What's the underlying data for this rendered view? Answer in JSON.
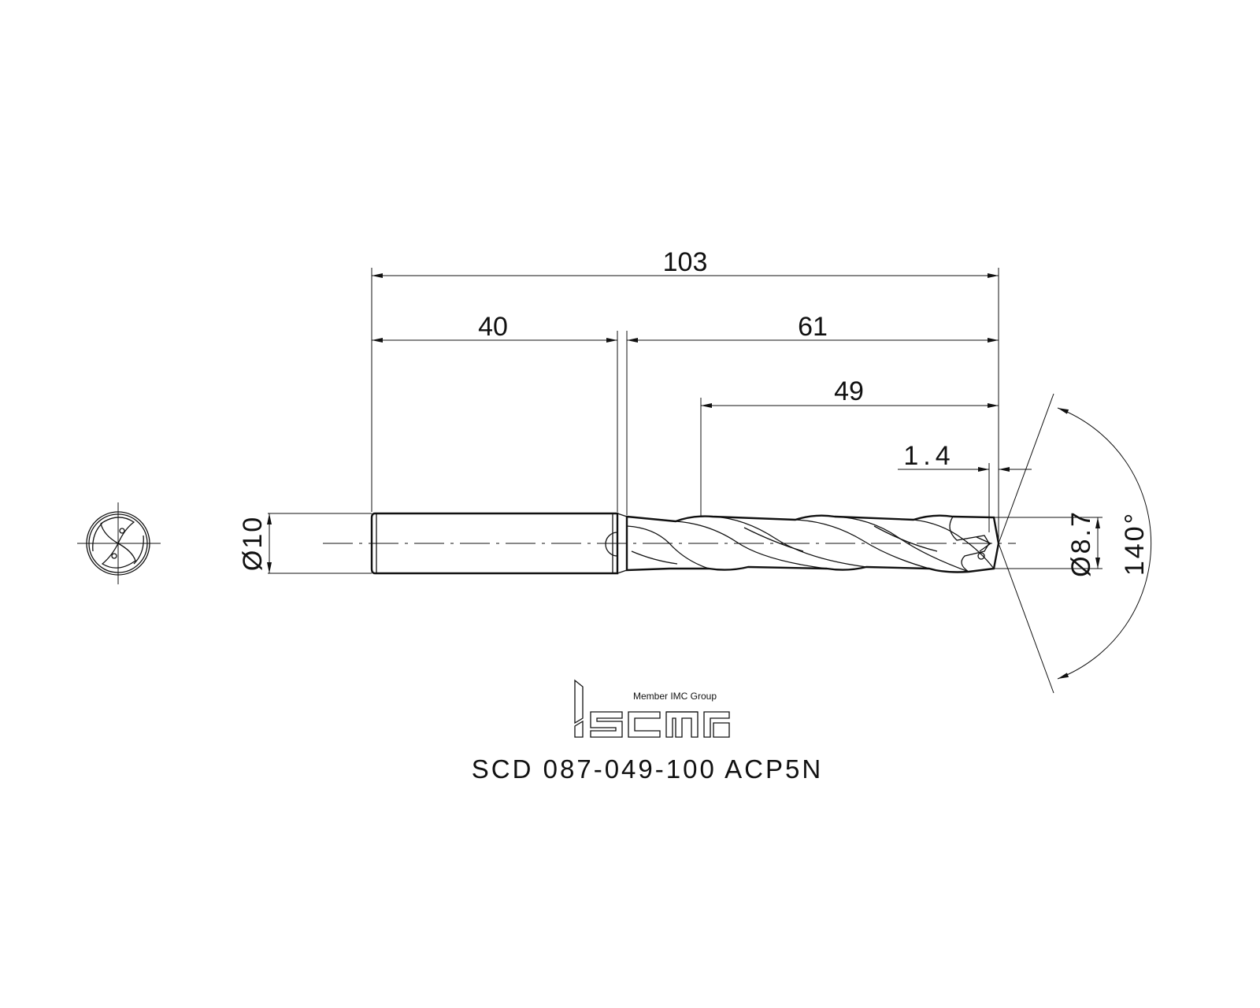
{
  "dimensions": {
    "overall_length": "103",
    "shank_length": "40",
    "body_length": "61",
    "flute_length": "49",
    "point_length": "1.4",
    "shank_diameter": "Ø10",
    "drill_diameter": "Ø8.7",
    "point_angle": "140°"
  },
  "logo": {
    "tagline": "Member IMC Group",
    "brand": "iscar"
  },
  "part_number": "SCD 087-049-100 ACP5N",
  "colors": {
    "line": "#111111",
    "background": "#ffffff"
  }
}
